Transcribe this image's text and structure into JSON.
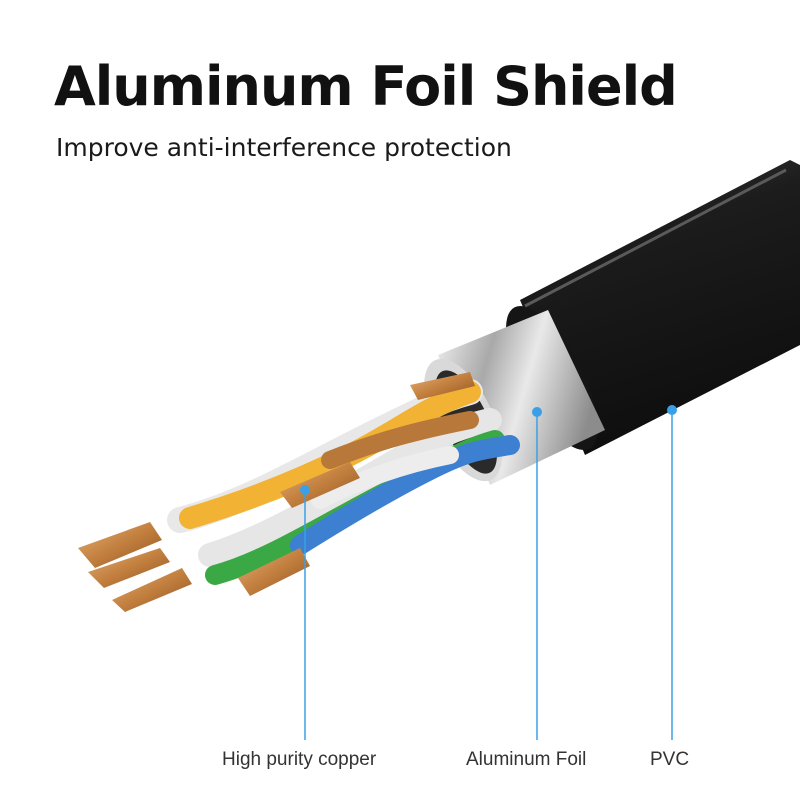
{
  "title": "Aluminum Foil Shield",
  "subtitle": "Improve anti-interference protection",
  "callouts": [
    {
      "label": "High purity copper"
    },
    {
      "label": "Aluminum Foil"
    },
    {
      "label": "PVC"
    }
  ],
  "colors": {
    "jacket": "#1b1b1b",
    "foil": "#c9c9c9",
    "copper": "#c98a4b",
    "pair_orange": "#f2b233",
    "pair_green": "#3aa845",
    "pair_blue": "#3d7fd0",
    "pair_brown": "#b8783a",
    "callout_accent": "#39a0e8"
  }
}
